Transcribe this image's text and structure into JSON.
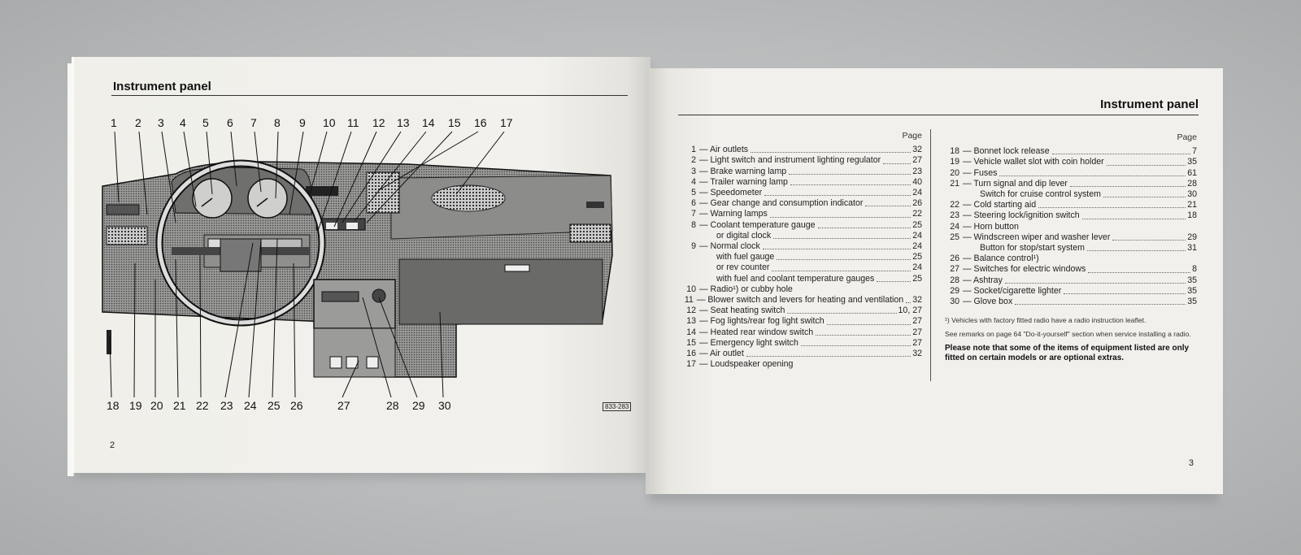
{
  "left_page": {
    "title": "Instrument panel",
    "page_number": "2",
    "figure_code": "833-283",
    "callouts_top": [
      "1",
      "2",
      "3",
      "4",
      "5",
      "6",
      "7",
      "8",
      "9",
      "10",
      "11",
      "12",
      "13",
      "14",
      "15",
      "16",
      "17"
    ],
    "callouts_bottom": [
      "18",
      "19",
      "20",
      "21",
      "22",
      "23",
      "24",
      "25",
      "26",
      "27",
      "28",
      "29",
      "30"
    ]
  },
  "right_page": {
    "title": "Instrument panel",
    "page_number": "3",
    "page_label": "Page",
    "items_left": [
      {
        "num": "1",
        "text": "— Air outlets",
        "page": "32"
      },
      {
        "num": "2",
        "text": "— Light switch and instrument lighting regulator",
        "page": "27"
      },
      {
        "num": "3",
        "text": "— Brake warning lamp",
        "page": "23"
      },
      {
        "num": "4",
        "text": "— Trailer warning lamp",
        "page": "40"
      },
      {
        "num": "5",
        "text": "— Speedometer",
        "page": "24"
      },
      {
        "num": "6",
        "text": "— Gear change and consumption indicator",
        "page": "26"
      },
      {
        "num": "7",
        "text": "— Warning lamps",
        "page": "22"
      },
      {
        "num": "8",
        "text": "— Coolant temperature gauge",
        "page": "25"
      },
      {
        "num": "",
        "text": "or digital clock",
        "page": "24",
        "sub": true
      },
      {
        "num": "9",
        "text": "— Normal clock",
        "page": "24"
      },
      {
        "num": "",
        "text": "with fuel gauge",
        "page": "25",
        "sub": true
      },
      {
        "num": "",
        "text": "or rev counter",
        "page": "24",
        "sub": true
      },
      {
        "num": "",
        "text": "with fuel and coolant temperature gauges",
        "page": "25",
        "sub": true
      },
      {
        "num": "10",
        "text": "— Radio¹) or cubby hole",
        "page": ""
      },
      {
        "num": "11",
        "text": "— Blower switch and levers for heating and ventilation",
        "page": "32"
      },
      {
        "num": "12",
        "text": "— Seat heating switch",
        "page": "10, 27"
      },
      {
        "num": "13",
        "text": "— Fog lights/rear fog light switch",
        "page": "27"
      },
      {
        "num": "14",
        "text": "— Heated rear window switch",
        "page": "27"
      },
      {
        "num": "15",
        "text": "— Emergency light switch",
        "page": "27"
      },
      {
        "num": "16",
        "text": "— Air outlet",
        "page": "32"
      },
      {
        "num": "17",
        "text": "— Loudspeaker opening",
        "page": ""
      }
    ],
    "items_right": [
      {
        "num": "18",
        "text": "— Bonnet lock release",
        "page": "7"
      },
      {
        "num": "19",
        "text": "— Vehicle wallet slot with coin holder",
        "page": "35"
      },
      {
        "num": "20",
        "text": "— Fuses",
        "page": "61"
      },
      {
        "num": "21",
        "text": "— Turn signal and dip lever",
        "page": "28"
      },
      {
        "num": "",
        "text": "Switch for cruise control system",
        "page": "30",
        "sub": true
      },
      {
        "num": "22",
        "text": "— Cold starting aid",
        "page": "21"
      },
      {
        "num": "23",
        "text": "— Steering lock/ignition switch",
        "page": "18"
      },
      {
        "num": "24",
        "text": "— Horn button",
        "page": ""
      },
      {
        "num": "25",
        "text": "— Windscreen wiper and washer lever",
        "page": "29"
      },
      {
        "num": "",
        "text": "Button for stop/start system",
        "page": "31",
        "sub": true
      },
      {
        "num": "26",
        "text": "— Balance control¹)",
        "page": ""
      },
      {
        "num": "27",
        "text": "— Switches for electric windows",
        "page": "8"
      },
      {
        "num": "28",
        "text": "— Ashtray",
        "page": "35"
      },
      {
        "num": "29",
        "text": "— Socket/cigarette lighter",
        "page": "35"
      },
      {
        "num": "30",
        "text": "— Glove box",
        "page": "35"
      }
    ],
    "footnote1": "¹) Vehicles with factory fitted radio have a radio instruction leaflet.",
    "footnote2": "See remarks on page 64 \"Do-it-yourself\" section when service installing a radio.",
    "bold_note": "Please note that some of the items of equipment listed are only fitted on certain models or are optional extras."
  }
}
